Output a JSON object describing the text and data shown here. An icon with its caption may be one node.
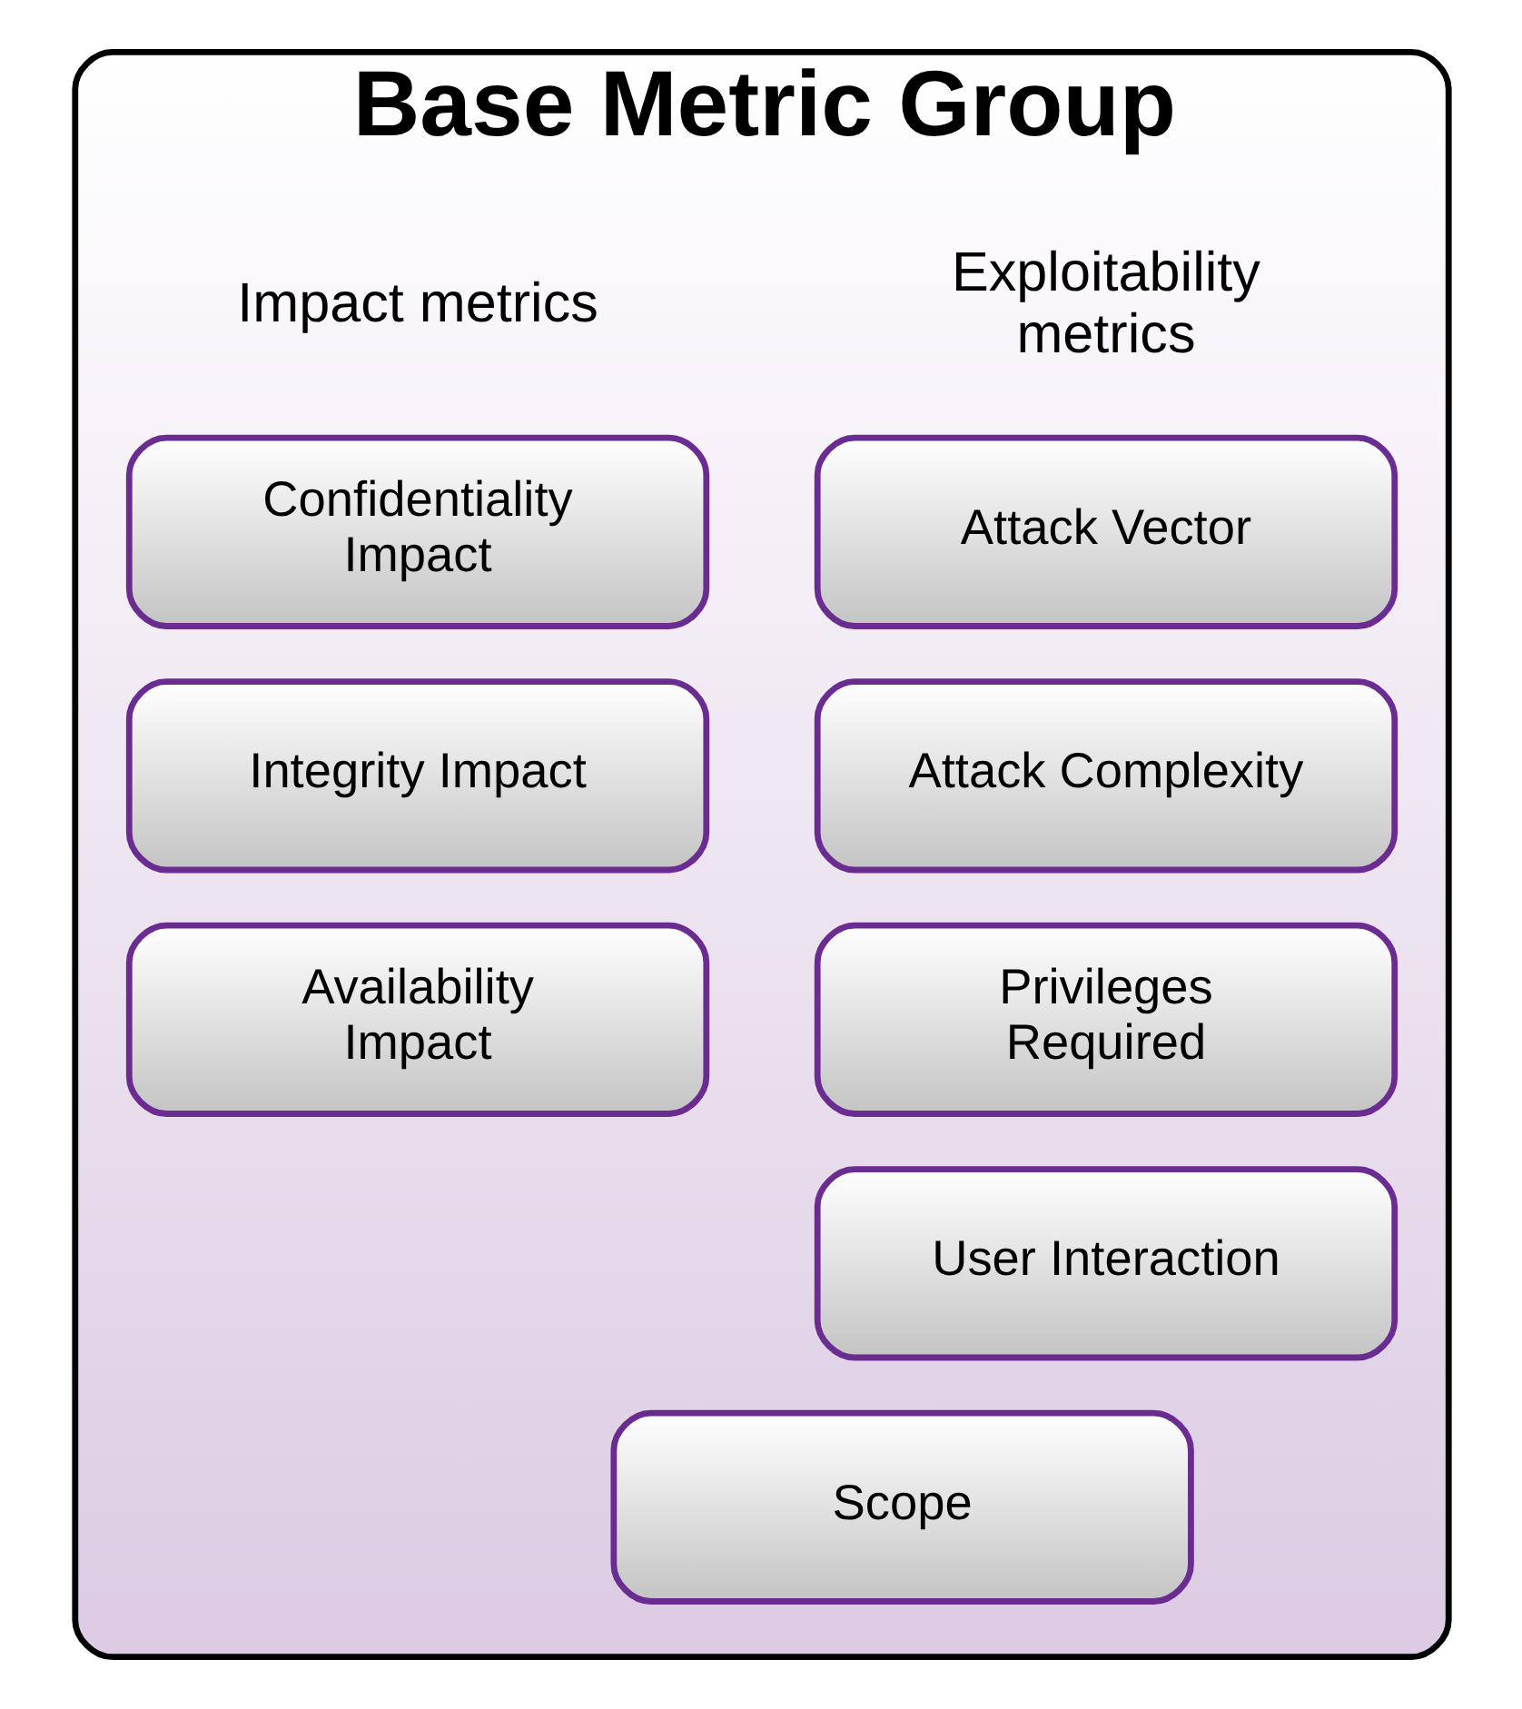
{
  "diagram": {
    "nodes": [
      {
        "text": [
          "Base Metric Group"
        ]
      },
      {
        "text": [
          "Attack Vector"
        ],
        "in": 0
      },
      {
        "text": [
          "Attack Complexity"
        ],
        "in": 0
      },
      {
        "text": [
          "Privileges Required"
        ],
        "in": 0
      },
      {
        "text": [
          "User Interaction"
        ],
        "in": 0
      },
      {
        "text": [
          "Confidentiality Impact"
        ],
        "in": 0
      },
      {
        "text": [
          "Integrity Impact"
        ],
        "in": 0
      },
      {
        "text": [
          "Availability Impact"
        ],
        "in": 0
      },
      {
        "text": [
          "Scope"
        ],
        "in": 0
      }
    ],
    "edges": [],
    "labels": [
      "Exploitability metrics",
      "Impact metrics"
    ]
  }
}
